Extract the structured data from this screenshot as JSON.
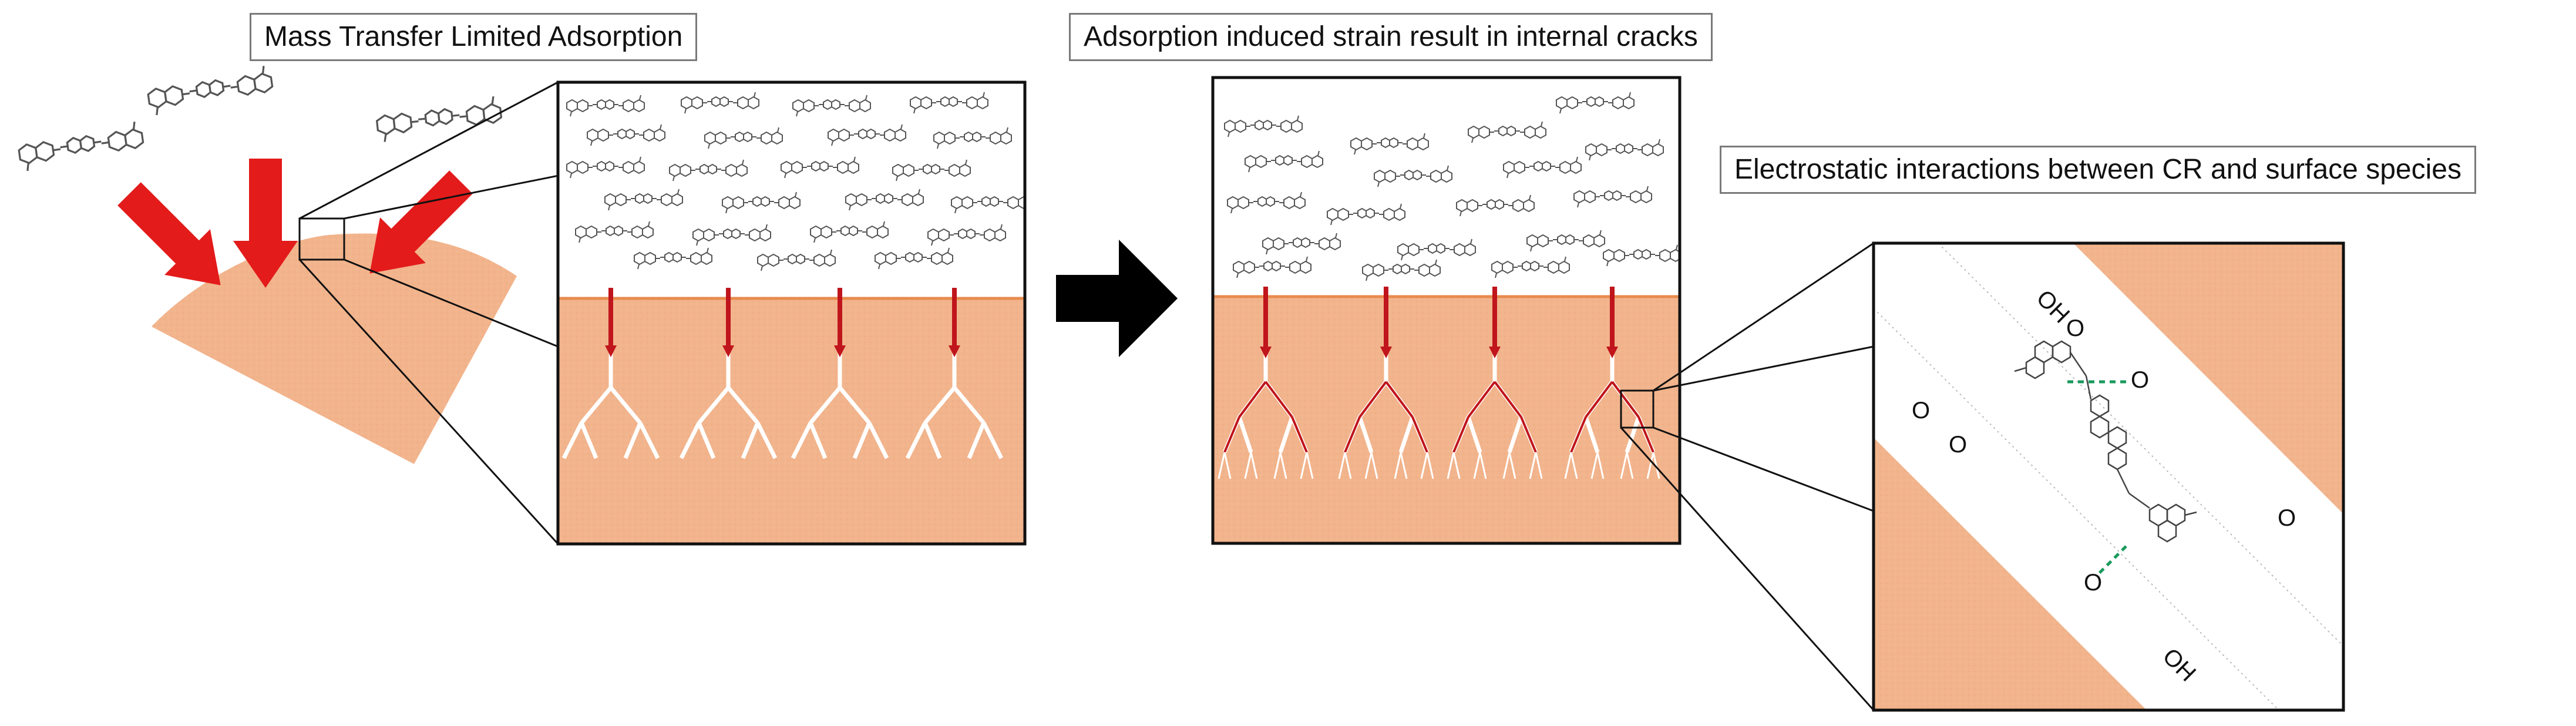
{
  "panels": {
    "panel1": {
      "title": "Mass Transfer Limited Adsorption"
    },
    "panel2": {
      "title": "Adsorption induced strain result in internal cracks"
    },
    "panel3": {
      "title": "Electrostatic interactions between CR and surface species",
      "surface_labels": [
        "OH",
        "O",
        "O",
        "O",
        "O",
        "O",
        "O",
        "OH"
      ]
    }
  },
  "colors": {
    "adsorbent": "#f2b48c",
    "surface_line": "#e88a4e",
    "arrow_red": "#e31b1b",
    "crack_white": "#ffffff",
    "crack_red": "#c0151c",
    "process_arrow": "#000000",
    "bond": "#1a9a5c"
  },
  "icons": {
    "molecule": "congo-red-molecule-icon",
    "process_arrow": "right-arrow-icon"
  }
}
